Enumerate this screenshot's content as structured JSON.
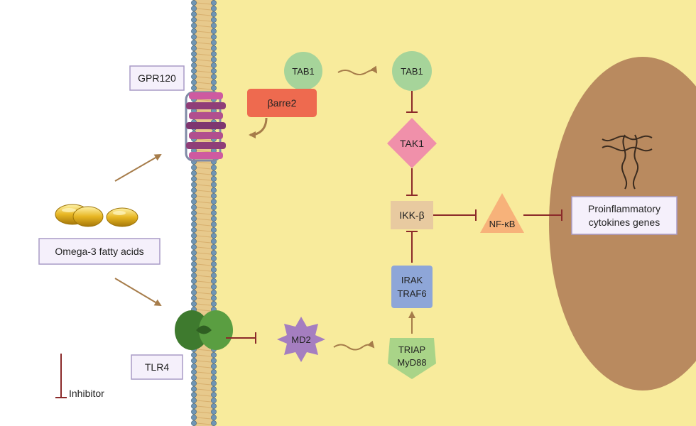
{
  "labels": {
    "gpr120": "GPR120",
    "tlr4": "TLR4",
    "omega3": "Omega-3 fatty acids",
    "inhibitor": "Inhibitor",
    "tab1_left": "TAB1",
    "tab1_right": "TAB1",
    "barrestin": "βarre2",
    "tak1": "TAK1",
    "ikk": "IKK-β",
    "nfkb": "NF-κB",
    "irak": "IRAK",
    "traf6": "TRAF6",
    "md2": "MD2",
    "triap": "TRIAP",
    "myd88": "MyD88",
    "proinflammatory_line1": "Proinflammatory",
    "proinflammatory_line2": "cytokines genes"
  },
  "colors": {
    "cytoplasm": "#f8eb9c",
    "nucleus": "#b98a5f",
    "arrow": "#a67c4a",
    "inhibit": "#8b2a2a",
    "tab1": "#a6d49a",
    "barrestin": "#ee6a4f",
    "tak1": "#f090aa",
    "ikk": "#e8caa0",
    "nfkb": "#f7b27a",
    "irak": "#8ea6d8",
    "md2": "#a57ec0",
    "triap": "#a9d488",
    "label_box_bg": "#f5f0fb",
    "label_box_border": "#a99bc6",
    "gpr120_receptor": "#b14f8e",
    "tlr4_receptor": "#4d8c3a",
    "membrane_head": "#6f95b4"
  },
  "icons": [
    "omega3-capsules-icon",
    "dna-icon",
    "gpr120-receptor-icon",
    "tlr4-receptor-icon"
  ]
}
